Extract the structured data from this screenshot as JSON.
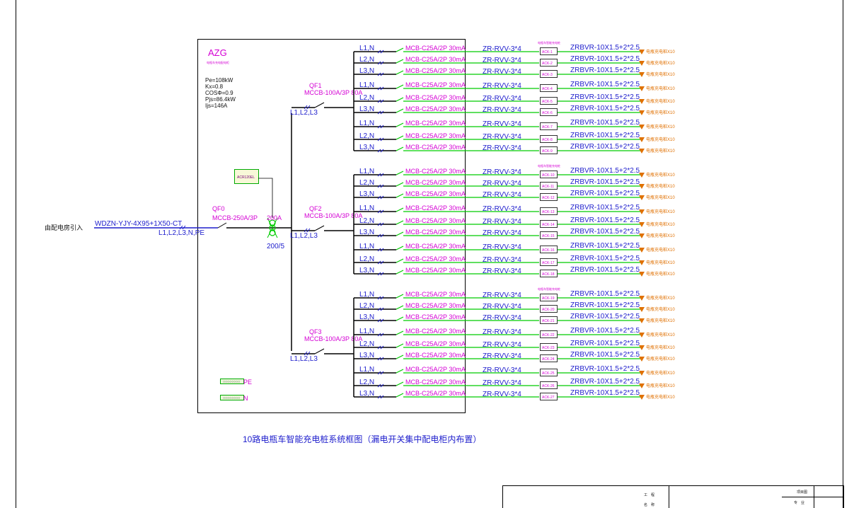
{
  "incoming": {
    "label": "由配电房引入",
    "cable": "WDZN-YJY-4X95+1X50-CT",
    "conductors": "L1,L2,L3,N,PE"
  },
  "cabinet": {
    "name": "AZG",
    "subtitle": "电瓶车充电配电柜",
    "params": [
      "Pe=108kW",
      "Kx=0.8",
      "COSΦ=0.9",
      "Pjs=86.4kW",
      "Ijs=146A"
    ],
    "meter_label": "ACR120EL",
    "ct_current": "200A",
    "ct_ratio": "200/5",
    "pe_bar": "PE",
    "n_bar": "N"
  },
  "main_breaker": {
    "id": "QF0",
    "model": "MCCB-250A/3P"
  },
  "groups": [
    {
      "id": "QF1",
      "model": "MCCB-100A/3P 80A",
      "phases": "L1,L2,L3",
      "header_note": "电瓶车智能充电桩",
      "circuits": [
        {
          "phase": "L1,N",
          "breaker": "MCB-C25A/2P 30mA",
          "cable": "ZR-RVV-3*4",
          "meter": "ACK-1",
          "out_cable": "ZRBVR-10X1.5+2*2.5",
          "load": "电瓶充电桩X10"
        },
        {
          "phase": "L2,N",
          "breaker": "MCB-C25A/2P 30mA",
          "cable": "ZR-RVV-3*4",
          "meter": "ACK-2",
          "out_cable": "ZRBVR-10X1.5+2*2.5",
          "load": "电瓶充电桩X10"
        },
        {
          "phase": "L3,N",
          "breaker": "MCB-C25A/2P 30mA",
          "cable": "ZR-RVV-3*4",
          "meter": "ACK-3",
          "out_cable": "ZRBVR-10X1.5+2*2.5",
          "load": "电瓶充电桩X10"
        },
        {
          "phase": "L1,N",
          "breaker": "MCB-C25A/2P 30mA",
          "cable": "ZR-RVV-3*4",
          "meter": "ACK-4",
          "out_cable": "ZRBVR-10X1.5+2*2.5",
          "load": "电瓶充电桩X10"
        },
        {
          "phase": "L2,N",
          "breaker": "MCB-C25A/2P 30mA",
          "cable": "ZR-RVV-3*4",
          "meter": "ACK-5",
          "out_cable": "ZRBVR-10X1.5+2*2.5",
          "load": "电瓶充电桩X10"
        },
        {
          "phase": "L3,N",
          "breaker": "MCB-C25A/2P 30mA",
          "cable": "ZR-RVV-3*4",
          "meter": "ACK-6",
          "out_cable": "ZRBVR-10X1.5+2*2.5",
          "load": "电瓶充电桩X10"
        },
        {
          "phase": "L1,N",
          "breaker": "MCB-C25A/2P 30mA",
          "cable": "ZR-RVV-3*4",
          "meter": "ACK-7",
          "out_cable": "ZRBVR-10X1.5+2*2.5",
          "load": "电瓶充电桩X10"
        },
        {
          "phase": "L2,N",
          "breaker": "MCB-C25A/2P 30mA",
          "cable": "ZR-RVV-3*4",
          "meter": "ACK-8",
          "out_cable": "ZRBVR-10X1.5+2*2.5",
          "load": "电瓶充电桩X10"
        },
        {
          "phase": "L3,N",
          "breaker": "MCB-C25A/2P 30mA",
          "cable": "ZR-RVV-3*4",
          "meter": "ACK-9",
          "out_cable": "ZRBVR-10X1.5+2*2.5",
          "load": "电瓶充电桩X10"
        }
      ]
    },
    {
      "id": "QF2",
      "model": "MCCB-100A/3P 80A",
      "phases": "L1,L2,L3",
      "header_note": "电瓶车智能充电桩",
      "circuits": [
        {
          "phase": "L1,N",
          "breaker": "MCB-C25A/2P 30mA",
          "cable": "ZR-RVV-3*4",
          "meter": "ACK-10",
          "out_cable": "ZRBVR-10X1.5+2*2.5",
          "load": "电瓶充电桩X10"
        },
        {
          "phase": "L2,N",
          "breaker": "MCB-C25A/2P 30mA",
          "cable": "ZR-RVV-3*4",
          "meter": "ACK-11",
          "out_cable": "ZRBVR-10X1.5+2*2.5",
          "load": "电瓶充电桩X10"
        },
        {
          "phase": "L3,N",
          "breaker": "MCB-C25A/2P 30mA",
          "cable": "ZR-RVV-3*4",
          "meter": "ACK-12",
          "out_cable": "ZRBVR-10X1.5+2*2.5",
          "load": "电瓶充电桩X10"
        },
        {
          "phase": "L1,N",
          "breaker": "MCB-C25A/2P 30mA",
          "cable": "ZR-RVV-3*4",
          "meter": "ACK-13",
          "out_cable": "ZRBVR-10X1.5+2*2.5",
          "load": "电瓶充电桩X10"
        },
        {
          "phase": "L2,N",
          "breaker": "MCB-C25A/2P 30mA",
          "cable": "ZR-RVV-3*4",
          "meter": "ACK-14",
          "out_cable": "ZRBVR-10X1.5+2*2.5",
          "load": "电瓶充电桩X10"
        },
        {
          "phase": "L3,N",
          "breaker": "MCB-C25A/2P 30mA",
          "cable": "ZR-RVV-3*4",
          "meter": "ACK-15",
          "out_cable": "ZRBVR-10X1.5+2*2.5",
          "load": "电瓶充电桩X10"
        },
        {
          "phase": "L1,N",
          "breaker": "MCB-C25A/2P 30mA",
          "cable": "ZR-RVV-3*4",
          "meter": "ACK-16",
          "out_cable": "ZRBVR-10X1.5+2*2.5",
          "load": "电瓶充电桩X10"
        },
        {
          "phase": "L2,N",
          "breaker": "MCB-C25A/2P 30mA",
          "cable": "ZR-RVV-3*4",
          "meter": "ACK-17",
          "out_cable": "ZRBVR-10X1.5+2*2.5",
          "load": "电瓶充电桩X10"
        },
        {
          "phase": "L3,N",
          "breaker": "MCB-C25A/2P 30mA",
          "cable": "ZR-RVV-3*4",
          "meter": "ACK-18",
          "out_cable": "ZRBVR-10X1.5+2*2.5",
          "load": "电瓶充电桩X10"
        }
      ]
    },
    {
      "id": "QF3",
      "model": "MCCB-100A/3P 80A",
      "phases": "L1,L2,L3",
      "header_note": "电瓶车智能充电桩",
      "circuits": [
        {
          "phase": "L1,N",
          "breaker": "MCB-C25A/2P 30mA",
          "cable": "ZR-RVV-3*4",
          "meter": "ACK-19",
          "out_cable": "ZRBVR-10X1.5+2*2.5",
          "load": "电瓶充电桩X10"
        },
        {
          "phase": "L2,N",
          "breaker": "MCB-C25A/2P 30mA",
          "cable": "ZR-RVV-3*4",
          "meter": "ACK-20",
          "out_cable": "ZRBVR-10X1.5+2*2.5",
          "load": "电瓶充电桩X10"
        },
        {
          "phase": "L3,N",
          "breaker": "MCB-C25A/2P 30mA",
          "cable": "ZR-RVV-3*4",
          "meter": "ACK-21",
          "out_cable": "ZRBVR-10X1.5+2*2.5",
          "load": "电瓶充电桩X10"
        },
        {
          "phase": "L1,N",
          "breaker": "MCB-C25A/2P 30mA",
          "cable": "ZR-RVV-3*4",
          "meter": "ACK-22",
          "out_cable": "ZRBVR-10X1.5+2*2.5",
          "load": "电瓶充电桩X10"
        },
        {
          "phase": "L2,N",
          "breaker": "MCB-C25A/2P 30mA",
          "cable": "ZR-RVV-3*4",
          "meter": "ACK-23",
          "out_cable": "ZRBVR-10X1.5+2*2.5",
          "load": "电瓶充电桩X10"
        },
        {
          "phase": "L3,N",
          "breaker": "MCB-C25A/2P 30mA",
          "cable": "ZR-RVV-3*4",
          "meter": "ACK-24",
          "out_cable": "ZRBVR-10X1.5+2*2.5",
          "load": "电瓶充电桩X10"
        },
        {
          "phase": "L1,N",
          "breaker": "MCB-C25A/2P 30mA",
          "cable": "ZR-RVV-3*4",
          "meter": "ACK-25",
          "out_cable": "ZRBVR-10X1.5+2*2.5",
          "load": "电瓶充电桩X10"
        },
        {
          "phase": "L2,N",
          "breaker": "MCB-C25A/2P 30mA",
          "cable": "ZR-RVV-3*4",
          "meter": "ACK-26",
          "out_cable": "ZRBVR-10X1.5+2*2.5",
          "load": "电瓶充电桩X10"
        },
        {
          "phase": "L3,N",
          "breaker": "MCB-C25A/2P 30mA",
          "cable": "ZR-RVV-3*4",
          "meter": "ACK-27",
          "out_cable": "ZRBVR-10X1.5+2*2.5",
          "load": "电瓶充电桩X10"
        }
      ]
    }
  ],
  "drawing_title": "10路电瓶车智能充电桩系统框图（漏电开关集中配电柜内布置）",
  "title_block": {
    "c1": "工　程",
    "c2": "名　称",
    "c3": "项目图",
    "c4": "专　业"
  },
  "colors": {
    "wire_blue": "#1d1dcc",
    "label_magenta": "#d400d4",
    "breaker_green": "#00cc00",
    "frame": "#000000"
  }
}
